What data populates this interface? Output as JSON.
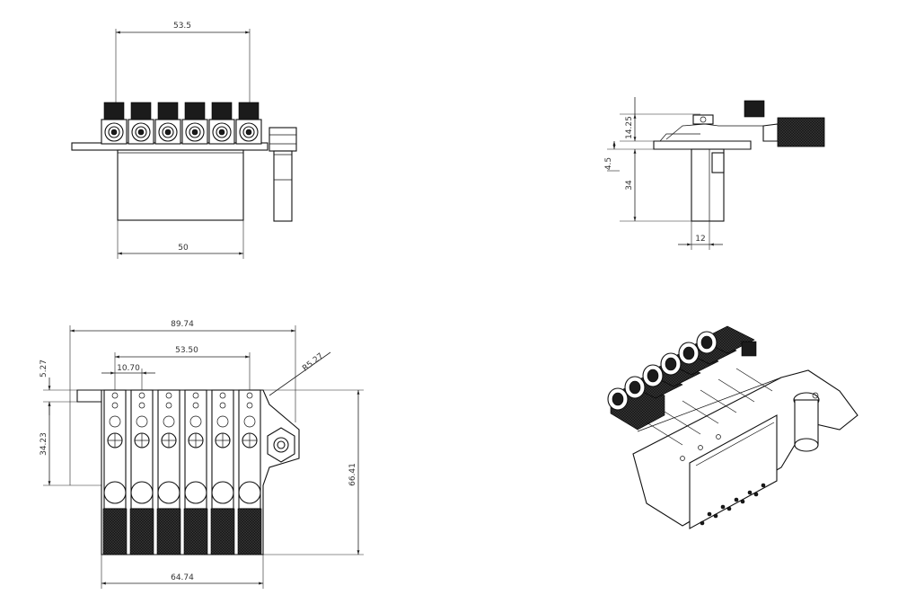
{
  "front_view": {
    "dims": {
      "top_width": "53.5",
      "bottom_width": "50"
    }
  },
  "side_view": {
    "dims": {
      "height_top": "14.25",
      "height_mid": "4.5",
      "height_post": "34",
      "post_width": "12"
    }
  },
  "top_view": {
    "dims": {
      "overall_width": "89.74",
      "string_span": "53.50",
      "string_pitch": "10.70",
      "radius": "R5.27",
      "left_offset": "5.27",
      "left_height": "34.23",
      "right_height": "66.41",
      "bottom_width": "64.74"
    }
  },
  "colors": {
    "line": "#111111",
    "fill_dark": "#1b1b1b",
    "background": "#ffffff"
  }
}
